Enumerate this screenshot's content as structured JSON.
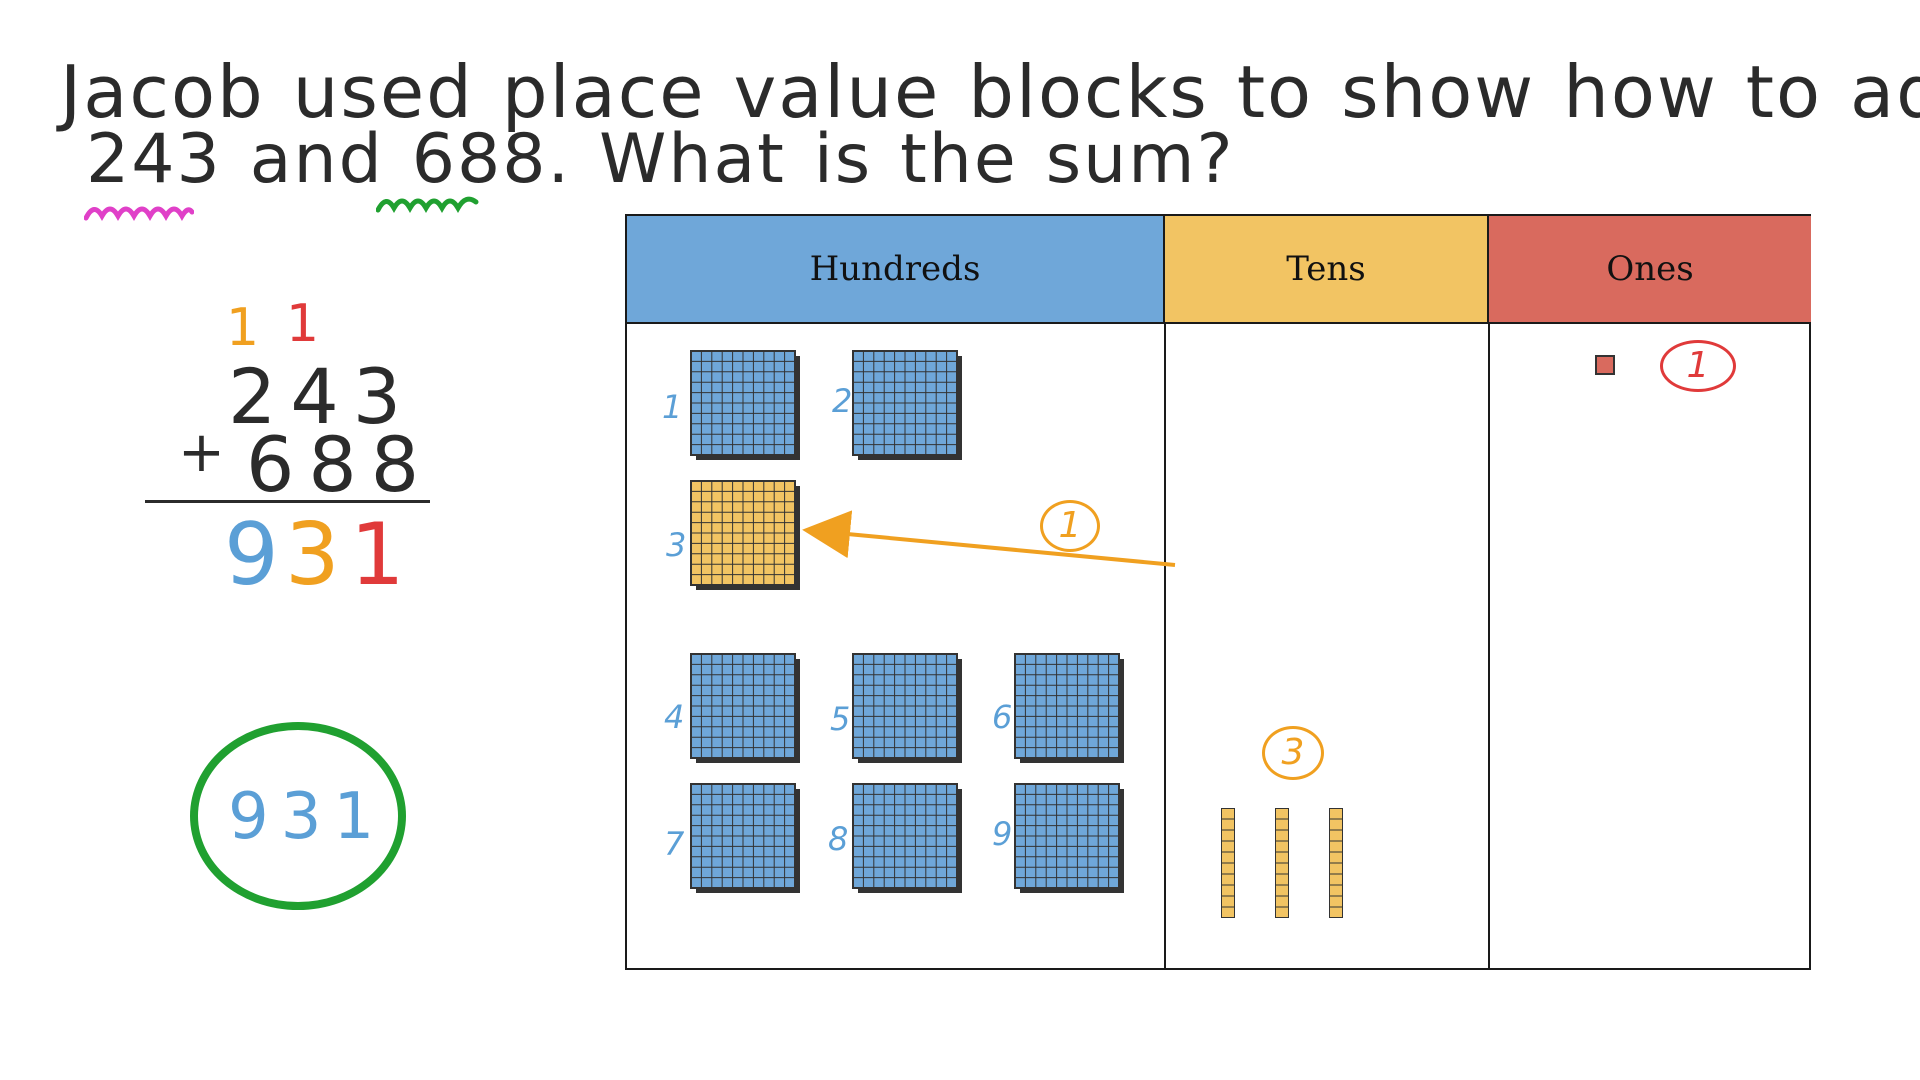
{
  "question": {
    "line1": [
      "Jacob",
      "used",
      "place",
      "value",
      "blocks",
      "to",
      "show",
      "how",
      "to",
      "add"
    ],
    "line2_parts": [
      "243",
      "and",
      "688.",
      "What",
      "is",
      "the",
      "sum?"
    ]
  },
  "colors": {
    "hundreds": "#6fa7d9",
    "tens": "#f2c463",
    "ones": "#d96a5e",
    "carry_hundreds": "#f0a020",
    "carry_tens": "#e03a3a",
    "answer_ring": "#20a030",
    "highlight_243": "#e040c8",
    "highlight_688": "#20a030"
  },
  "work": {
    "carry_left": "1",
    "carry_right": "1",
    "addend_top": "243",
    "addend_bottom": "688",
    "operator": "+",
    "sum_digits": [
      "9",
      "3",
      "1"
    ]
  },
  "answer": "931",
  "table": {
    "headers": [
      "Hundreds",
      "Tens",
      "Ones"
    ]
  },
  "hundreds_flats": [
    "1",
    "2",
    "3",
    "4",
    "5",
    "6",
    "7",
    "8",
    "9"
  ],
  "regroup_label": "1",
  "tens_count_label": "3",
  "ones_count_label": "1",
  "tens_rods_count": 3,
  "ones_cubes_count": 1
}
